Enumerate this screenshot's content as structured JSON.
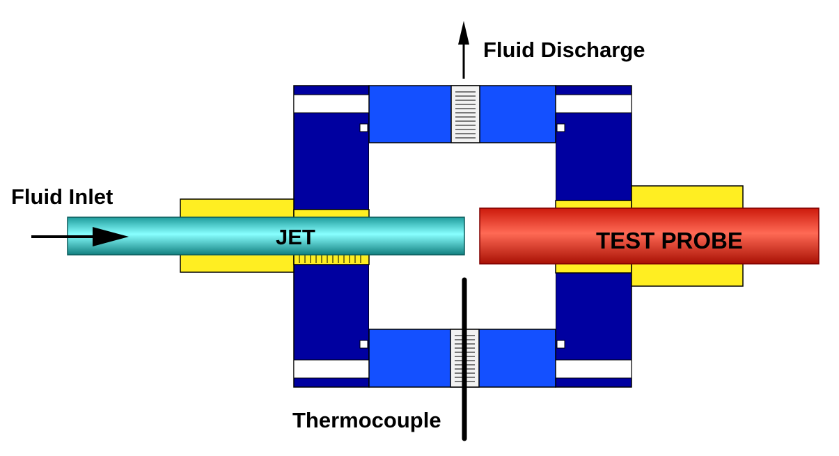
{
  "labels": {
    "fluid_discharge": "Fluid Discharge",
    "fluid_inlet": "Fluid Inlet",
    "jet": "JET",
    "test_probe": "TEST PROBE",
    "thermocouple": "Thermocouple"
  },
  "colors": {
    "housing_dark_blue": "#0000a0",
    "cap_blue": "#1450ff",
    "fitting_yellow": "#ffee22",
    "jet_teal": "#26b8b8",
    "probe_red": "#e02810",
    "line_black": "#000000"
  }
}
